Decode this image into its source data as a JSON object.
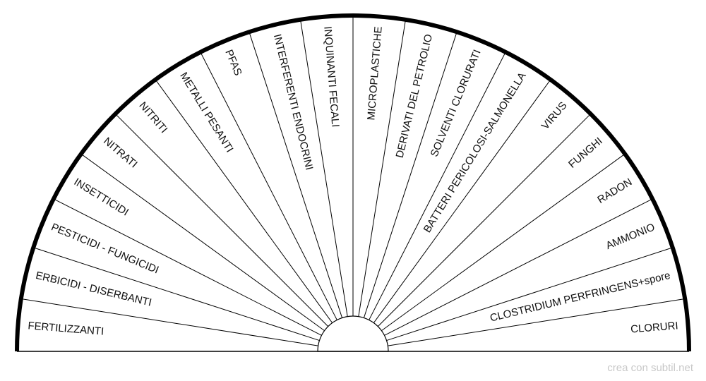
{
  "chart": {
    "sectors": [
      "FERTILIZZANTI",
      "ERBICIDI - DISERBANTI",
      "PESTICIDI - FUNGICIDI",
      "INSETTICIDI",
      "NITRATI",
      "NITRITI",
      "METALLI PESANTI",
      "PFAS",
      "INTERFERENTI ENDOCRINI",
      "INQUINANTI FECALI",
      "MICROPLASTICHE",
      "DERIVATI DEL PETROLIO",
      "SOLVENTI CLORURATI",
      "BATTERI PERICOLOSI-SALMONELLA",
      "VIRUS",
      "FUNGHI",
      "RADON",
      "AMMONIO",
      "CLOSTRIDIUM PERFRINGENS+spore",
      "CLORURI"
    ],
    "colors": {
      "stroke": "#000000",
      "fill": "#ffffff",
      "text": "#111111"
    }
  },
  "footer": {
    "credit": "crea con subtil.net"
  }
}
